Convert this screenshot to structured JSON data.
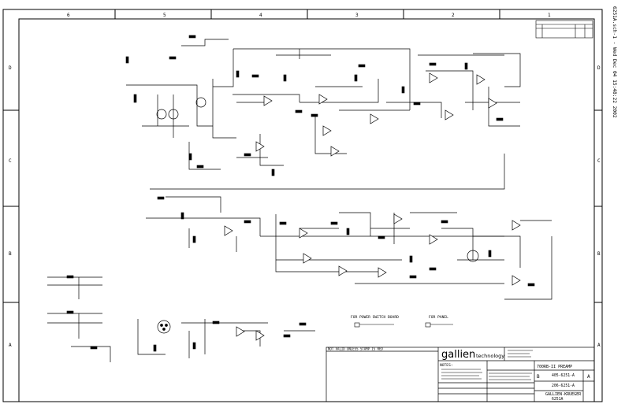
{
  "side_label": "6251A.sch-1 - Wed Dec 04 15:48:22 2002",
  "zones_top": [
    "6",
    "5",
    "4",
    "3",
    "2",
    "1"
  ],
  "zones_side": [
    "D",
    "C",
    "B",
    "A"
  ],
  "notes": {
    "power_switch": "FOR POWER SWITCH BOARD",
    "panel": "FOR PANEL",
    "stamp_note": "NOT VALID UNLESS STAMP IS RED",
    "notes_title": "NOTES:"
  },
  "title_block": {
    "company": "gallien",
    "company_sub": "technology",
    "product": "700RB-II PREAMP",
    "part_1": "405-6251-A",
    "part_2": "206-6251-A",
    "brand": "GALLIEN-KRUEGER",
    "drawing": "6251A",
    "size": "B",
    "rev": "A"
  },
  "colors": {
    "ink": "#000000",
    "paper": "#ffffff"
  }
}
